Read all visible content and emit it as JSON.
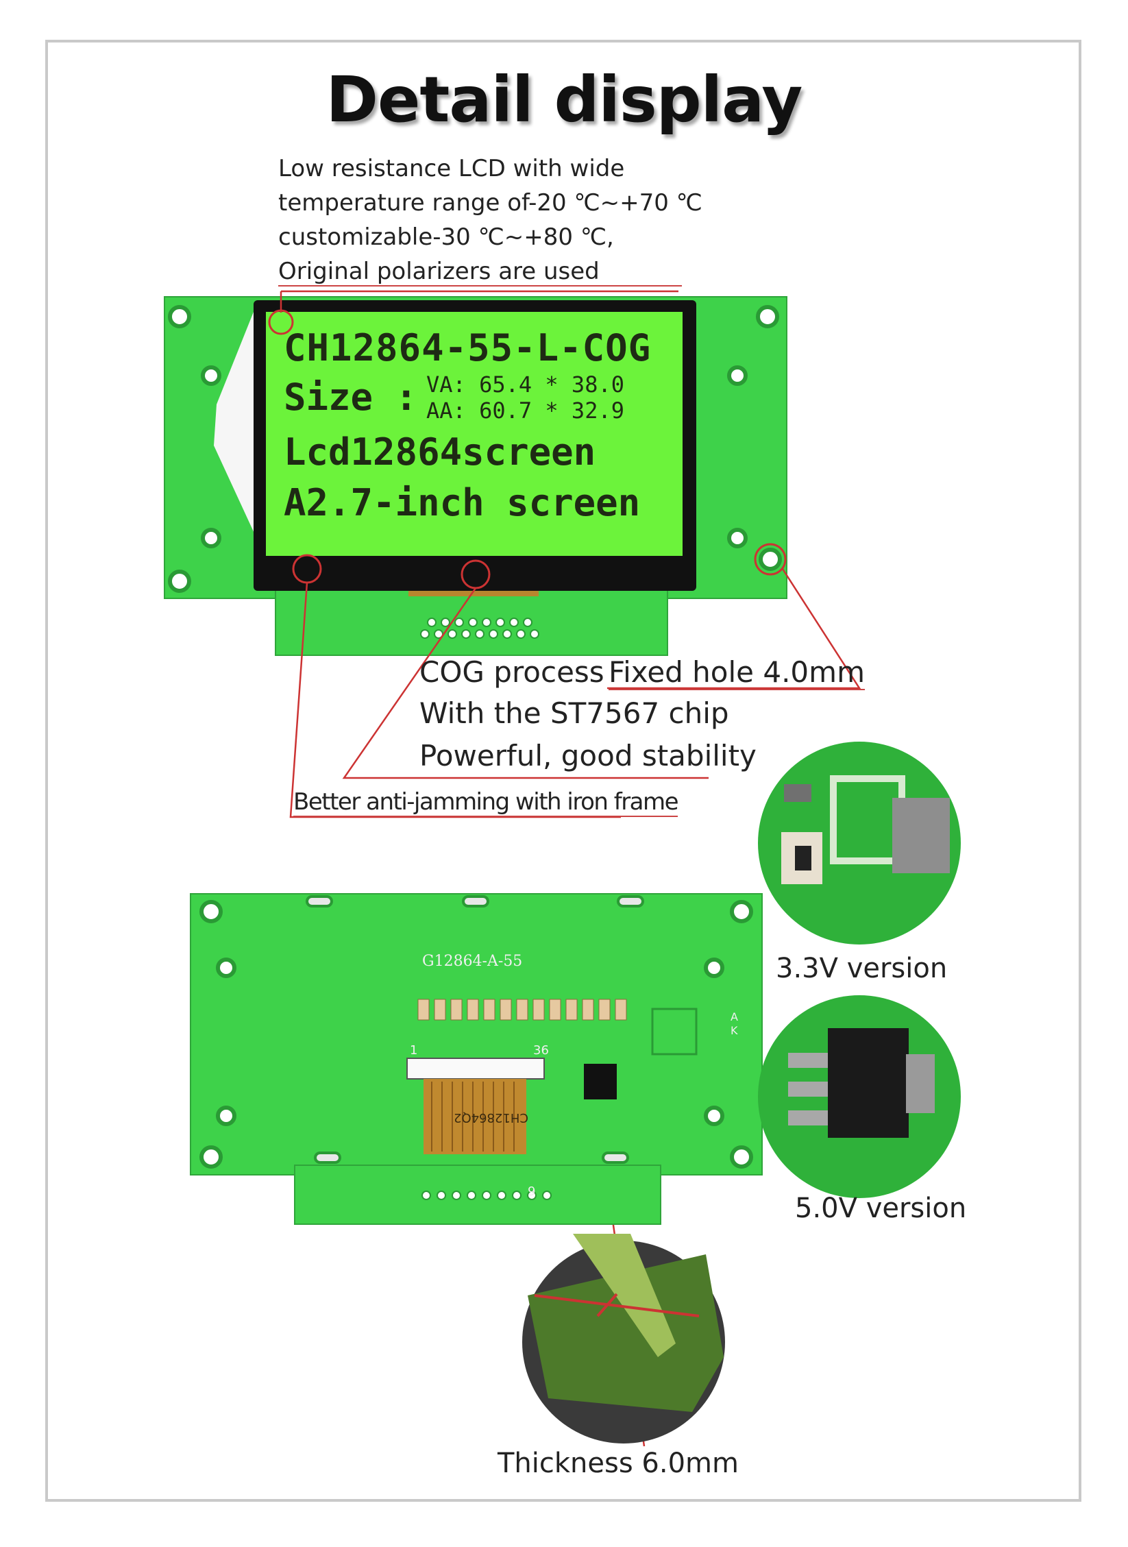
{
  "title": "Detail display",
  "top_notes": [
    "Low resistance LCD with wide",
    "temperature range of-20 ℃~+70 ℃",
    "customizable-30 ℃~+80 ℃,",
    "Original polarizers are used"
  ],
  "lcd_screen": {
    "line1": "CH12864-55-L-COG",
    "line2_label": "Size :",
    "line2_va": "VA: 65.4 * 38.0",
    "line2_aa": "AA: 60.7 * 32.9",
    "line3": "Lcd12864screen",
    "line4": "A2.7-inch screen"
  },
  "front_labels": {
    "cog": "COG process",
    "fixed_hole": "Fixed hole 4.0mm",
    "chip": "With the ST7567 chip",
    "stability": "Powerful, good stability",
    "iron_frame": "Better anti-jamming with iron frame"
  },
  "back_board": {
    "model": "G12864-A-55",
    "fpc": "CH12864Q2",
    "pin_1": "1",
    "pin_9": "9",
    "pin_36": "36",
    "pin_a": "A",
    "pin_k": "K"
  },
  "versions": {
    "v33": "3.3V version",
    "v50": "5.0V version"
  },
  "thickness": "Thickness 6.0mm",
  "colors": {
    "pcb_green": "#3ed24a",
    "lcd_green": "#6cf33b",
    "annotation_red": "#cc3333"
  }
}
